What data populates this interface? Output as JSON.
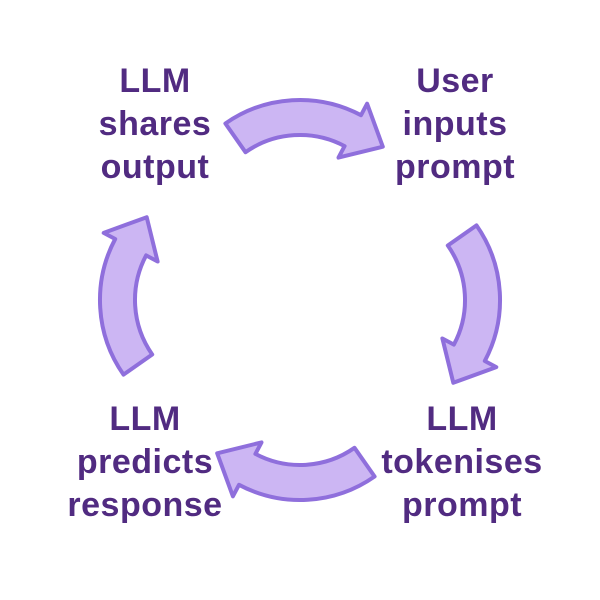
{
  "diagram": {
    "type": "cycle",
    "flow": "clockwise",
    "background": "#ffffff",
    "colors": {
      "text": "#512b81",
      "arrow_fill": "#ccb6f3",
      "arrow_stroke": "#8f6fdc"
    },
    "nodes": [
      {
        "id": "llm-shares-output",
        "position": "top-left",
        "label": "LLM\nshares\noutput"
      },
      {
        "id": "user-inputs-prompt",
        "position": "top-right",
        "label": "User\ninputs\nprompt"
      },
      {
        "id": "llm-tokenises-prompt",
        "position": "bottom-right",
        "label": "LLM\ntokenises\nprompt"
      },
      {
        "id": "llm-predicts-response",
        "position": "bottom-left",
        "label": "LLM\npredicts\nresponse"
      }
    ],
    "arrows": [
      {
        "name": "arrow-top",
        "from": "llm-shares-output",
        "to": "user-inputs-prompt",
        "direction": "right"
      },
      {
        "name": "arrow-right",
        "from": "user-inputs-prompt",
        "to": "llm-tokenises-prompt",
        "direction": "down"
      },
      {
        "name": "arrow-bottom",
        "from": "llm-tokenises-prompt",
        "to": "llm-predicts-response",
        "direction": "left"
      },
      {
        "name": "arrow-left",
        "from": "llm-predicts-response",
        "to": "llm-shares-output",
        "direction": "up"
      }
    ]
  }
}
